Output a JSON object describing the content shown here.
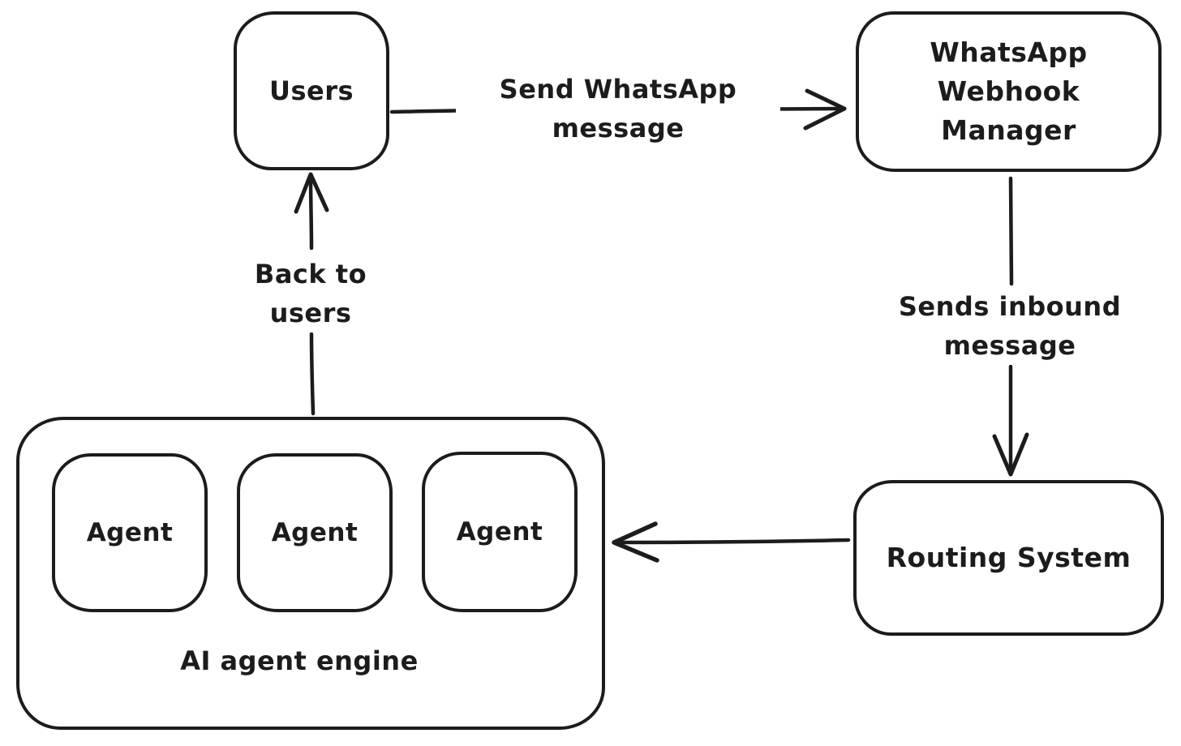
{
  "diagram": {
    "background_color": "#ffffff",
    "stroke_color": "#1c1c1c",
    "style": "hand-drawn flowchart",
    "nodes": {
      "users": {
        "label": "Users"
      },
      "webhook_manager": {
        "label": "WhatsApp Webhook\nManager"
      },
      "routing_system": {
        "label": "Routing System"
      },
      "ai_agent_engine": {
        "label": "AI agent engine",
        "agents": [
          "Agent",
          "Agent",
          "Agent"
        ]
      }
    },
    "edges": {
      "users_to_webhook": {
        "label": "Send WhatsApp\nmessage",
        "direction": "right"
      },
      "webhook_to_routing": {
        "label": "Sends inbound\nmessage",
        "direction": "down"
      },
      "routing_to_engine": {
        "direction": "left"
      },
      "engine_to_users": {
        "label": "Back to\nusers",
        "direction": "up"
      }
    }
  }
}
